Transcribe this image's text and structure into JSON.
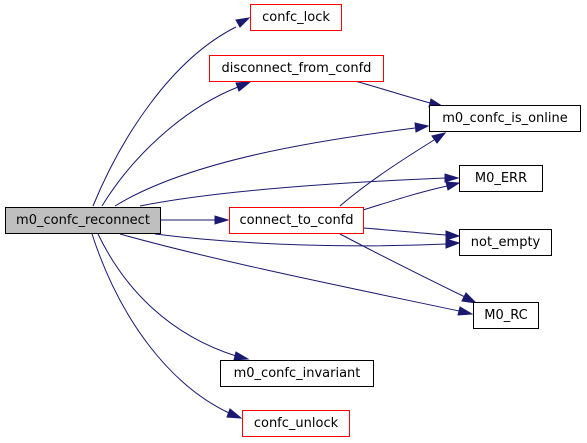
{
  "graph": {
    "edge_color": "#191970",
    "nodes": {
      "reconnect": {
        "label": "m0_confc_reconnect",
        "border": "#000000",
        "fill": "#bfbfbf"
      },
      "lock": {
        "label": "confc_lock",
        "border": "#ff0000"
      },
      "disconnect": {
        "label": "disconnect_from_confd",
        "border": "#ff0000"
      },
      "is_online": {
        "label": "m0_confc_is_online",
        "border": "#000000"
      },
      "err": {
        "label": "M0_ERR",
        "border": "#000000"
      },
      "connect": {
        "label": "connect_to_confd",
        "border": "#ff0000"
      },
      "not_empty": {
        "label": "not_empty",
        "border": "#000000"
      },
      "rc": {
        "label": "M0_RC",
        "border": "#000000"
      },
      "invariant": {
        "label": "m0_confc_invariant",
        "border": "#000000"
      },
      "unlock": {
        "label": "confc_unlock",
        "border": "#ff0000"
      }
    },
    "edges": [
      {
        "from": "reconnect",
        "to": "lock"
      },
      {
        "from": "reconnect",
        "to": "disconnect"
      },
      {
        "from": "reconnect",
        "to": "is_online"
      },
      {
        "from": "reconnect",
        "to": "err"
      },
      {
        "from": "reconnect",
        "to": "connect"
      },
      {
        "from": "reconnect",
        "to": "not_empty"
      },
      {
        "from": "reconnect",
        "to": "rc"
      },
      {
        "from": "reconnect",
        "to": "invariant"
      },
      {
        "from": "reconnect",
        "to": "unlock"
      },
      {
        "from": "disconnect",
        "to": "is_online"
      },
      {
        "from": "connect",
        "to": "is_online"
      },
      {
        "from": "connect",
        "to": "err"
      },
      {
        "from": "connect",
        "to": "not_empty"
      },
      {
        "from": "connect",
        "to": "rc"
      }
    ]
  }
}
